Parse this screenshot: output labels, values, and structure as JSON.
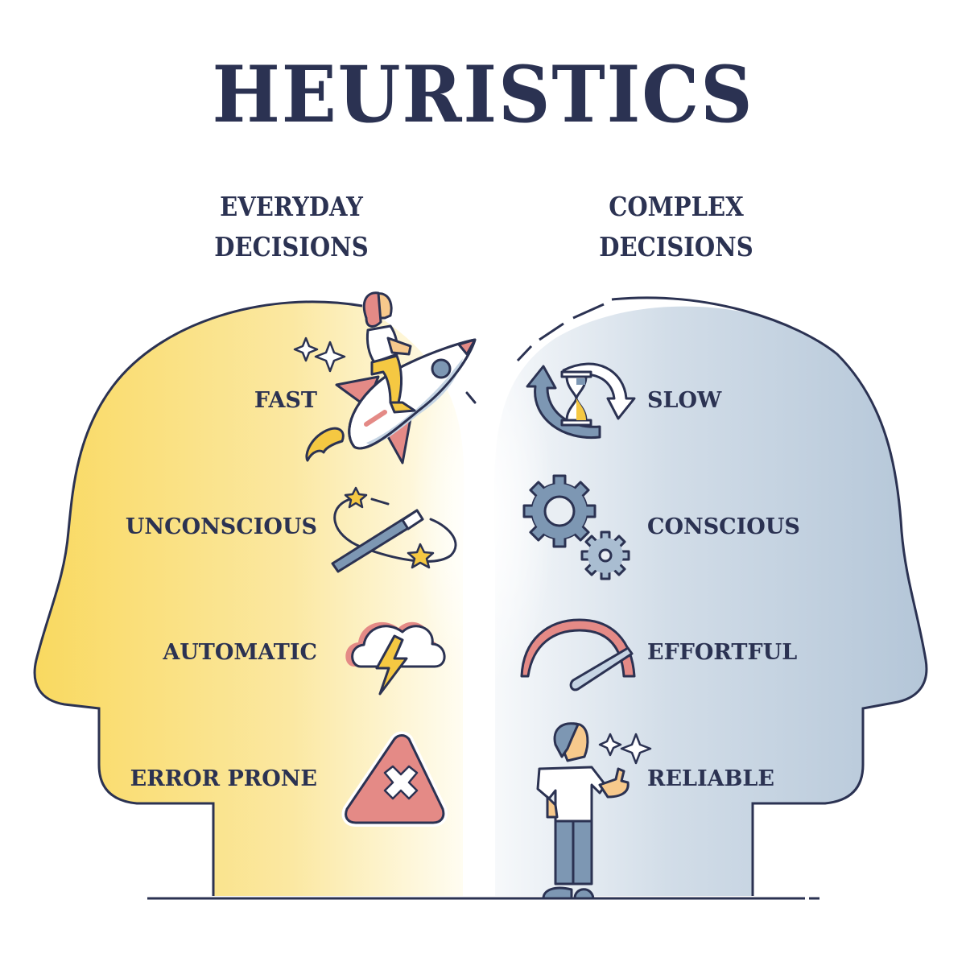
{
  "title": "HEURISTICS",
  "left_column": {
    "heading_line1": "EVERYDAY",
    "heading_line2": "DECISIONS",
    "color": "#f8db6a",
    "items": [
      {
        "label": "FAST",
        "icon": "rocket-rider-icon"
      },
      {
        "label": "UNCONSCIOUS",
        "icon": "magic-wand-icon"
      },
      {
        "label": "AUTOMATIC",
        "icon": "storm-cloud-lightning-icon"
      },
      {
        "label": "ERROR PRONE",
        "icon": "warning-x-triangle-icon"
      }
    ]
  },
  "right_column": {
    "heading_line1": "COMPLEX",
    "heading_line2": "DECISIONS",
    "color": "#b8cadb",
    "items": [
      {
        "label": "SLOW",
        "icon": "hourglass-cycle-icon"
      },
      {
        "label": "CONSCIOUS",
        "icon": "gears-icon"
      },
      {
        "label": "EFFORTFUL",
        "icon": "speedometer-gauge-icon"
      },
      {
        "label": "RELIABLE",
        "icon": "thumbs-up-person-icon"
      }
    ]
  },
  "colors": {
    "ink": "#2b3252",
    "yellow": "#f8db6a",
    "blue_gray": "#b8cadb",
    "pink": "#e48a86",
    "steel": "#7d97b3"
  }
}
